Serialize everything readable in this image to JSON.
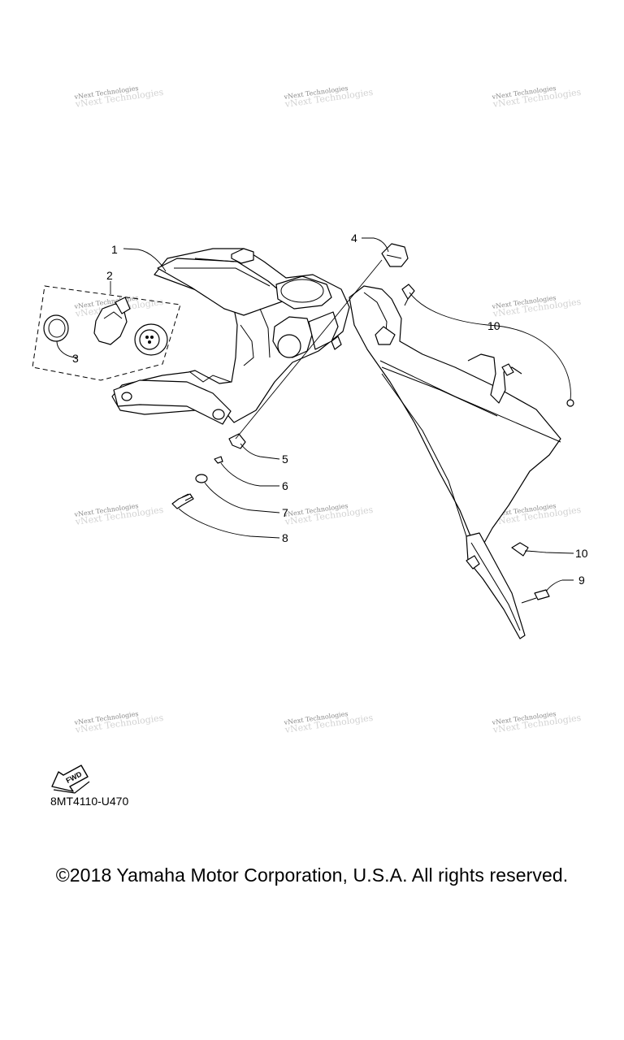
{
  "watermark": {
    "text": "vNext Technologies"
  },
  "callouts": [
    "1",
    "2",
    "3",
    "4",
    "5",
    "6",
    "7",
    "8",
    "10",
    "10",
    "9"
  ],
  "fwd_label": "FWD",
  "diagram_code": "8MT4110-U470",
  "copyright": "©2018 Yamaha Motor Corporation, U.S.A. All rights reserved.",
  "colors": {
    "ink": "#000000",
    "watermark": "#8a8a8a",
    "background": "#ffffff"
  },
  "icons": [
    "fwd-arrow-icon"
  ]
}
